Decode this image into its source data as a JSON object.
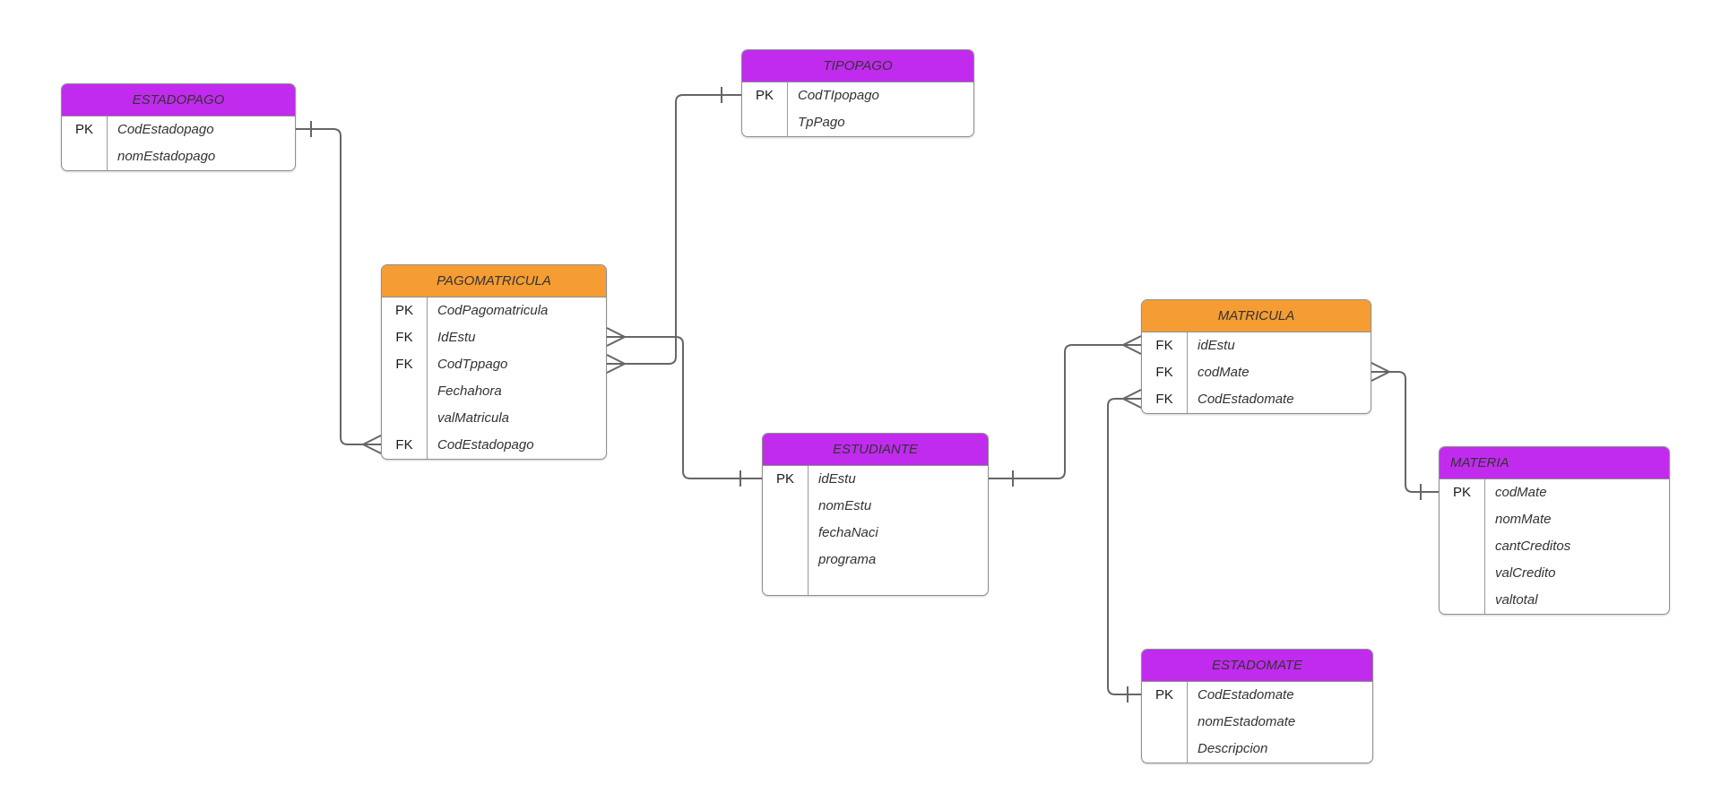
{
  "diagram_type": "entity-relationship",
  "notation": "crow's foot",
  "theme": {
    "purple_header": "#c12bed",
    "orange_header": "#f59d33",
    "line_color": "#666666",
    "border_color": "#8f8f8f",
    "text_color": "#333333",
    "background": "#ffffff"
  },
  "entities": [
    {
      "id": "estadopago",
      "title": "ESTADOPAGO",
      "header_color": "#c12bed",
      "rows": [
        {
          "key": "PK",
          "name": "CodEstadopago"
        },
        {
          "key": "",
          "name": "nomEstadopago"
        }
      ]
    },
    {
      "id": "tipopago",
      "title": "TIPOPAGO",
      "header_color": "#c12bed",
      "rows": [
        {
          "key": "PK",
          "name": "CodTIpopago"
        },
        {
          "key": "",
          "name": "TpPago"
        }
      ]
    },
    {
      "id": "pagomatricula",
      "title": "PAGOMATRICULA",
      "header_color": "#f59d33",
      "rows": [
        {
          "key": "PK",
          "name": "CodPagomatricula"
        },
        {
          "key": "FK",
          "name": "IdEstu"
        },
        {
          "key": "FK",
          "name": "CodTppago"
        },
        {
          "key": "",
          "name": "Fechahora"
        },
        {
          "key": "",
          "name": "valMatricula"
        },
        {
          "key": "FK",
          "name": "CodEstadopago"
        }
      ]
    },
    {
      "id": "estudiante",
      "title": "ESTUDIANTE",
      "header_color": "#c12bed",
      "rows": [
        {
          "key": "PK",
          "name": "idEstu"
        },
        {
          "key": "",
          "name": "nomEstu"
        },
        {
          "key": "",
          "name": "fechaNaci"
        },
        {
          "key": "",
          "name": "programa"
        }
      ]
    },
    {
      "id": "matricula",
      "title": "MATRICULA",
      "header_color": "#f59d33",
      "rows": [
        {
          "key": "FK",
          "name": "idEstu"
        },
        {
          "key": "FK",
          "name": "codMate"
        },
        {
          "key": "FK",
          "name": "CodEstadomate"
        }
      ]
    },
    {
      "id": "materia",
      "title": "MATERIA",
      "header_color": "#c12bed",
      "rows": [
        {
          "key": "PK",
          "name": "codMate"
        },
        {
          "key": "",
          "name": "nomMate"
        },
        {
          "key": "",
          "name": "cantCreditos"
        },
        {
          "key": "",
          "name": "valCredito"
        },
        {
          "key": "",
          "name": "valtotal"
        }
      ]
    },
    {
      "id": "estadomate",
      "title": "ESTADOMATE",
      "header_color": "#c12bed",
      "rows": [
        {
          "key": "PK",
          "name": "CodEstadomate"
        },
        {
          "key": "",
          "name": "nomEstadomate"
        },
        {
          "key": "",
          "name": "Descripcion"
        }
      ]
    }
  ],
  "relationships": [
    {
      "from": "ESTADOPAGO.CodEstadopago",
      "to": "PAGOMATRICULA.CodEstadopago",
      "from_cardinality": "one",
      "to_cardinality": "many"
    },
    {
      "from": "TIPOPAGO.CodTIpopago",
      "to": "PAGOMATRICULA.CodTppago",
      "from_cardinality": "one",
      "to_cardinality": "many"
    },
    {
      "from": "ESTUDIANTE.idEstu",
      "to": "PAGOMATRICULA.IdEstu",
      "from_cardinality": "one",
      "to_cardinality": "many"
    },
    {
      "from": "ESTUDIANTE.idEstu",
      "to": "MATRICULA.idEstu",
      "from_cardinality": "one",
      "to_cardinality": "many"
    },
    {
      "from": "MATERIA.codMate",
      "to": "MATRICULA.codMate",
      "from_cardinality": "one",
      "to_cardinality": "many"
    },
    {
      "from": "ESTADOMATE.CodEstadomate",
      "to": "MATRICULA.CodEstadomate",
      "from_cardinality": "one",
      "to_cardinality": "many"
    }
  ]
}
